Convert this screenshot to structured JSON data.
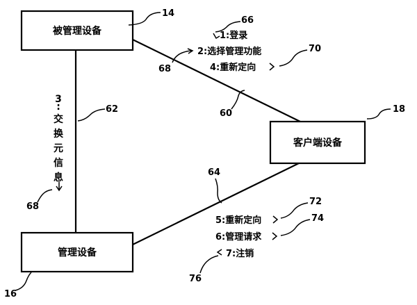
{
  "nodes": {
    "managed_device": {
      "label": "被管理设备",
      "ref": "14"
    },
    "client_device": {
      "label": "客户端设备",
      "ref": "18"
    },
    "management_device": {
      "label": "管理设备",
      "ref": "16"
    }
  },
  "links": {
    "managed_to_client": {
      "ref": "60"
    },
    "managed_to_management": {
      "ref": "62"
    },
    "client_to_management": {
      "ref": "64"
    }
  },
  "messages": {
    "login": {
      "text": "1:登录",
      "ref": "66"
    },
    "select_function": {
      "text": "2:选择管理功能",
      "ref": "68"
    },
    "redirect_4": {
      "text": "4:重新定向",
      "ref": "70"
    },
    "exchange_info": {
      "chars": [
        "3",
        ":",
        "交",
        "换",
        "元",
        "信",
        "息"
      ],
      "ref": "68"
    },
    "redirect_5": {
      "text": "5:重新定向",
      "ref": "72"
    },
    "management_request": {
      "text": "6:管理请求",
      "ref": "74"
    },
    "logout": {
      "text": "7:注销",
      "ref": "76"
    }
  }
}
